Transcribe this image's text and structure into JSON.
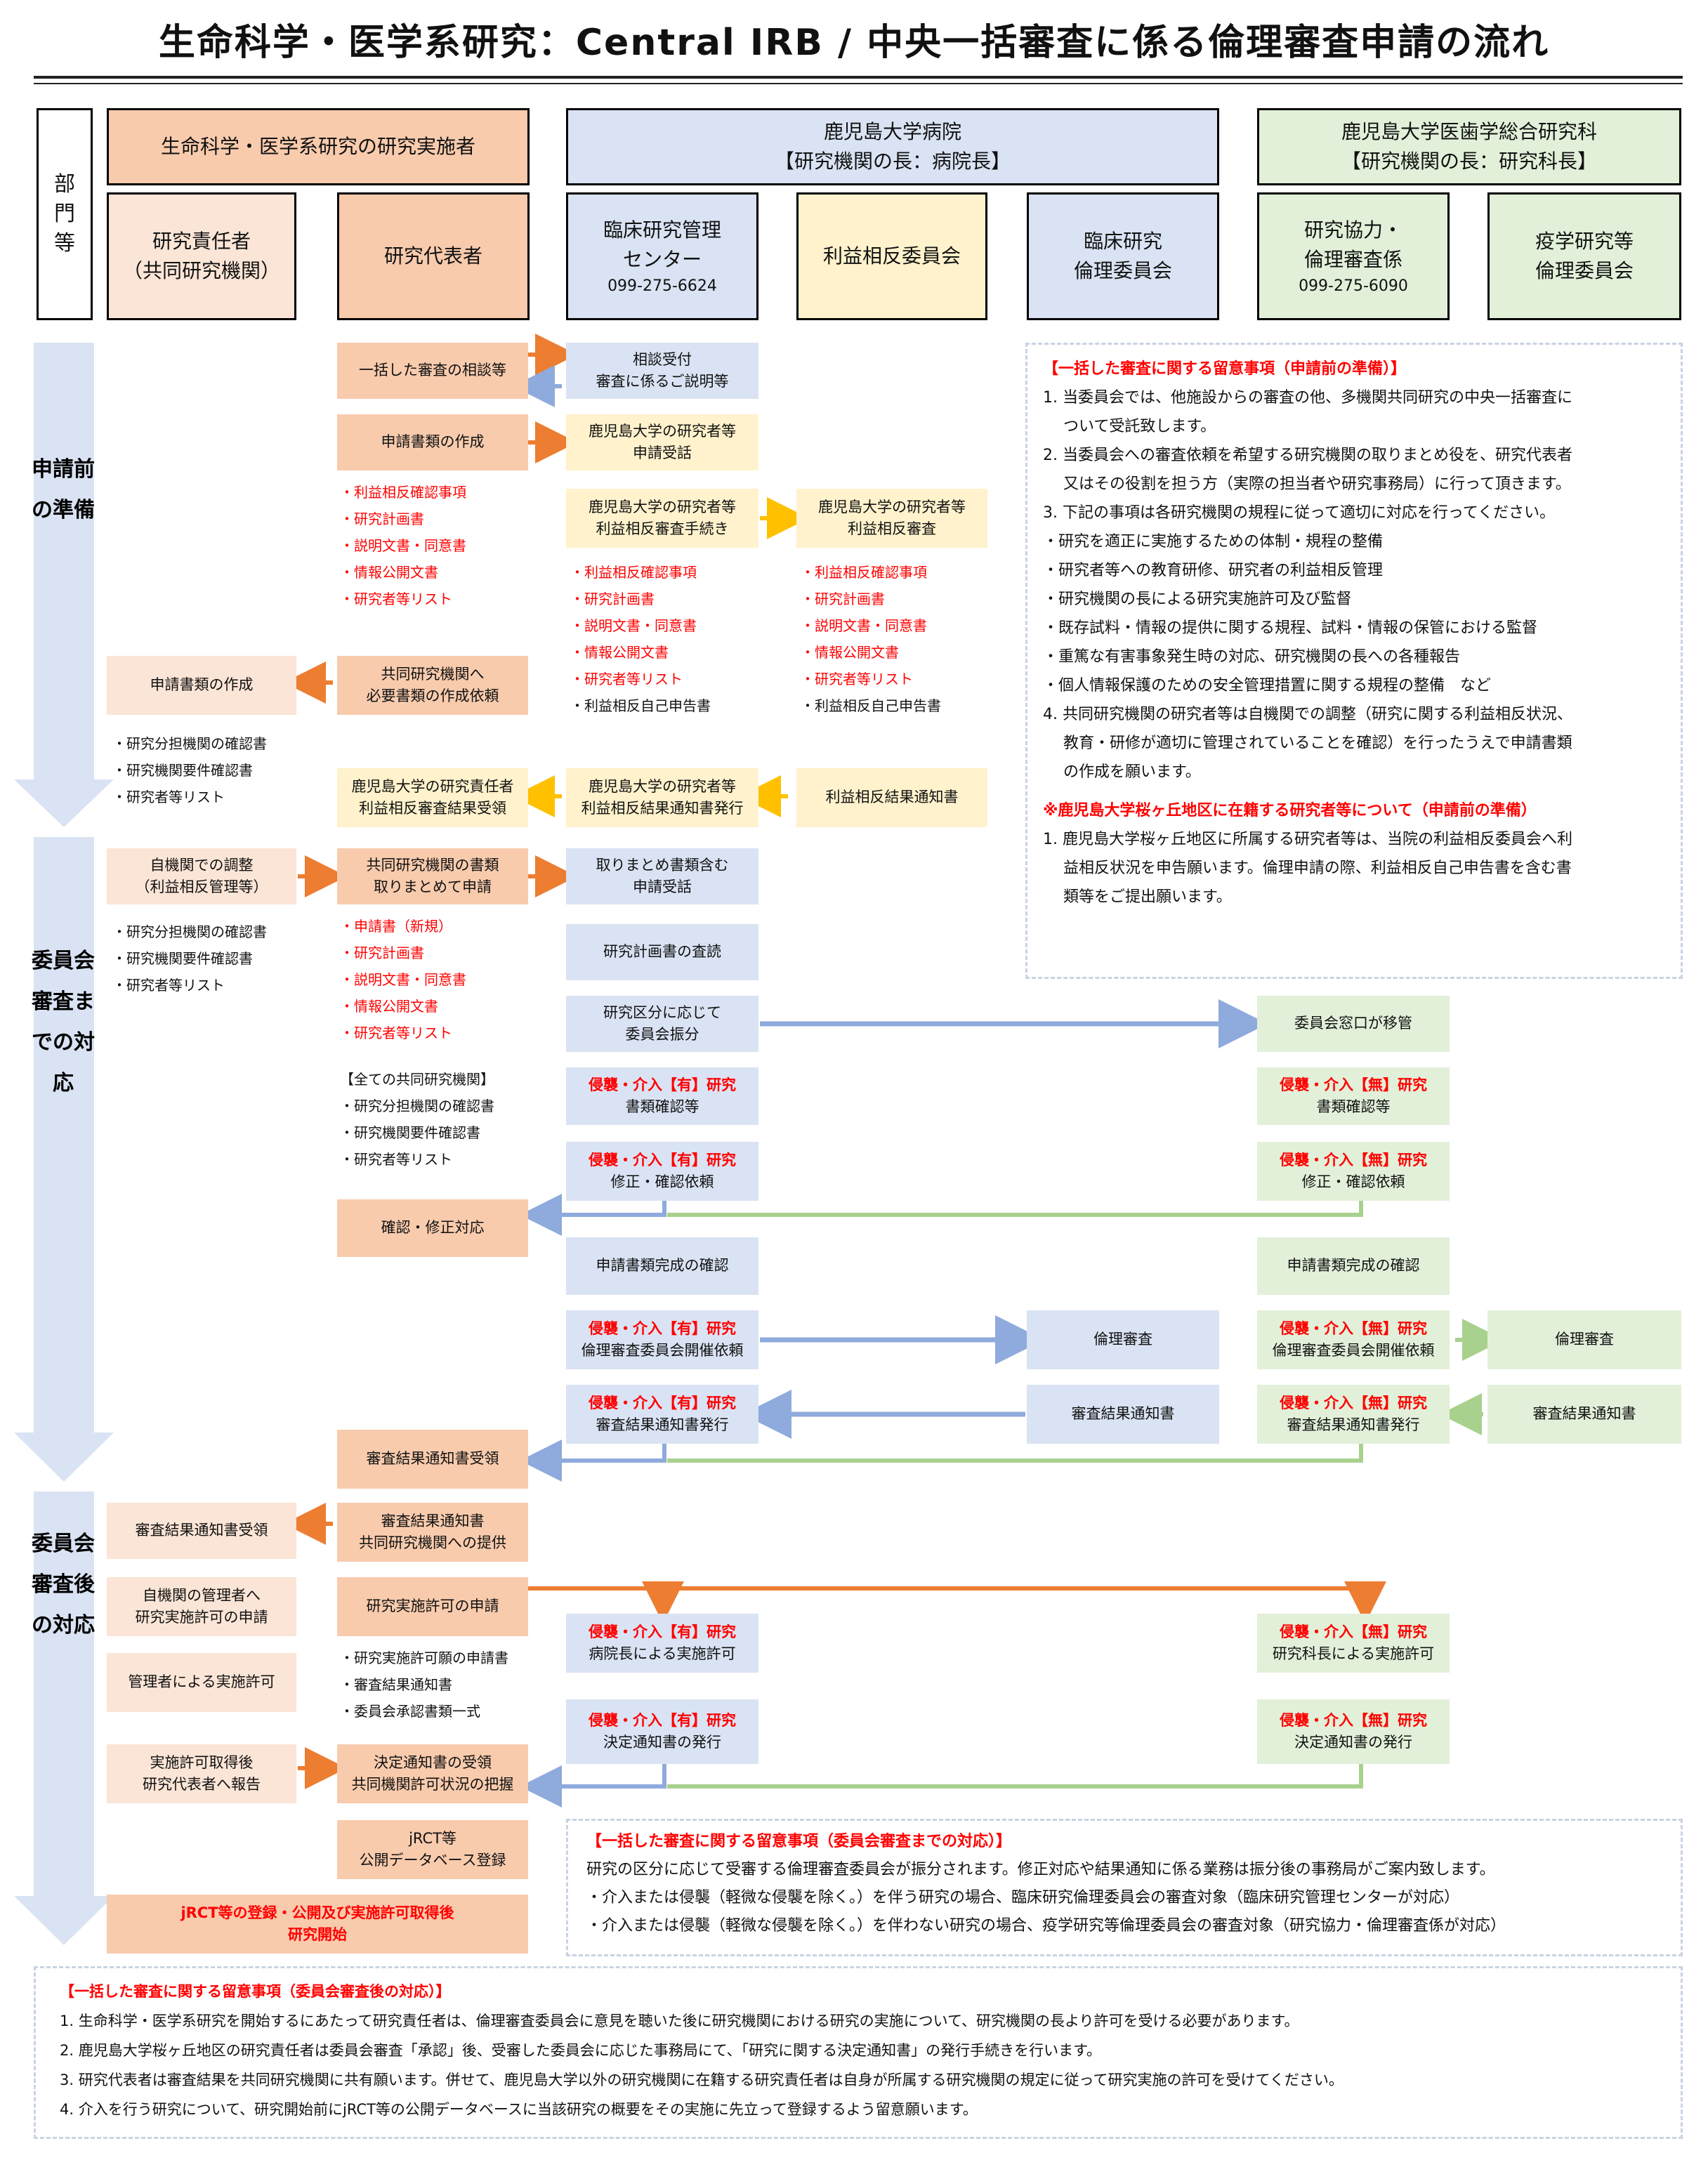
{
  "title": "生命科学・医学系研究：Central IRB / 中央一括審査に係る倫理審査申請の流れ",
  "colors": {
    "orange": "#f8cbad",
    "light_orange": "#fbe5d6",
    "blue": "#dae3f3",
    "yellow": "#fff2cc",
    "green": "#e2f0d9",
    "red": "#ff0000",
    "arrow_orange": "#ed7d31",
    "arrow_blue": "#8faadc",
    "arrow_yellow": "#ffc000",
    "arrow_green": "#a9d18e",
    "phase_band": "#dae3f3"
  },
  "header": {
    "dept_label": "部門等",
    "group_researchers": "生命科学・医学系研究の研究実施者",
    "group_hospital": {
      "line1": "鹿児島大学病院",
      "line2": "【研究機関の長：病院長】"
    },
    "group_graduate": {
      "line1": "鹿児島大学医歯学総合研究科",
      "line2": "【研究機関の長：研究科長】"
    },
    "col_pi": {
      "line1": "研究責任者",
      "line2": "（共同研究機関）"
    },
    "col_rep": "研究代表者",
    "col_center": {
      "line1": "臨床研究管理",
      "line2": "センター",
      "phone": "099-275-6624"
    },
    "col_coi": "利益相反委員会",
    "col_irb": {
      "line1": "臨床研究",
      "line2": "倫理委員会"
    },
    "col_coop": {
      "line1": "研究協力・",
      "line2": "倫理審査係",
      "phone": "099-275-6090"
    },
    "col_epi": {
      "line1": "疫学研究等",
      "line2": "倫理委員会"
    }
  },
  "phases": {
    "pre": "申請前の準備",
    "during": "委員会審査までの対応",
    "after": "委員会審査後の対応"
  },
  "boxes": {
    "consult": "一括した審査の相談等",
    "consult_recv": {
      "l1": "相談受付",
      "l2": "審査に係るご説明等"
    },
    "make_docs": "申請書類の作成",
    "kagoshima_recv": {
      "l1": "鹿児島大学の研究者等",
      "l2": "申請受話"
    },
    "coi_proc": {
      "l1": "鹿児島大学の研究者等",
      "l2": "利益相反審査手続き"
    },
    "coi_review": {
      "l1": "鹿児島大学の研究者等",
      "l2": "利益相反審査"
    },
    "pi_make_docs": "申請書類の作成",
    "request_docs": {
      "l1": "共同研究機関へ",
      "l2": "必要書類の作成依頼"
    },
    "coi_result_recv": {
      "l1": "鹿児島大学の研究責任者",
      "l2": "利益相反審査結果受領"
    },
    "coi_notice_issue": {
      "l1": "鹿児島大学の研究者等",
      "l2": "利益相反結果通知書発行"
    },
    "coi_notice": "利益相反結果通知書",
    "self_adjust": {
      "l1": "自機関での調整",
      "l2": "（利益相反管理等）"
    },
    "bundle_apply": {
      "l1": "共同研究機関の書類",
      "l2": "取りまとめて申請"
    },
    "bundle_recv": {
      "l1": "取りまとめ書類含む",
      "l2": "申請受話"
    },
    "plan_check": "研究計画書の査読",
    "assign": {
      "l1": "研究区分に応じて",
      "l2": "委員会振分"
    },
    "transfer": "委員会窓口が移管",
    "inv_yes_check": {
      "red": "侵襲・介入【有】研究",
      "l2": "書類確認等"
    },
    "inv_no_check": {
      "red": "侵襲・介入【無】研究",
      "l2": "書類確認等"
    },
    "inv_yes_fix": {
      "red": "侵襲・介入【有】研究",
      "l2": "修正・確認依頼"
    },
    "inv_no_fix": {
      "red": "侵襲・介入【無】研究",
      "l2": "修正・確認依頼"
    },
    "confirm_fix": "確認・修正対応",
    "docs_complete_l": "申請書類完成の確認",
    "docs_complete_r": "申請書類完成の確認",
    "inv_yes_meet": {
      "red": "侵襲・介入【有】研究",
      "l2": "倫理審査委員会開催依頼"
    },
    "ethics_review_l": "倫理審査",
    "inv_no_meet": {
      "red": "侵襲・介入【無】研究",
      "l2": "倫理審査委員会開催依頼"
    },
    "ethics_review_r": "倫理審査",
    "inv_yes_result": {
      "red": "侵襲・介入【有】研究",
      "l2": "審査結果通知書発行"
    },
    "result_notice_l": "審査結果通知書",
    "inv_no_result": {
      "red": "侵襲・介入【無】研究",
      "l2": "審査結果通知書発行"
    },
    "result_notice_r": "審査結果通知書",
    "result_recv_rep": "審査結果通知書受領",
    "result_recv_pi": "審査結果通知書受領",
    "result_provide": {
      "l1": "審査結果通知書",
      "l2": "共同研究機関への提供"
    },
    "own_admin": {
      "l1": "自機関の管理者へ",
      "l2": "研究実施許可の申請"
    },
    "permit_apply": "研究実施許可の申請",
    "inv_yes_permit": {
      "red": "侵襲・介入【有】研究",
      "l2": "病院長による実施許可"
    },
    "inv_no_permit": {
      "red": "侵襲・介入【無】研究",
      "l2": "研究科長による実施許可"
    },
    "admin_permit": "管理者による実施許可",
    "inv_yes_decision": {
      "red": "侵襲・介入【有】研究",
      "l2": "決定通知書の発行"
    },
    "inv_no_decision": {
      "red": "侵襲・介入【無】研究",
      "l2": "決定通知書の発行"
    },
    "report_rep": {
      "l1": "実施許可取得後",
      "l2": "研究代表者へ報告"
    },
    "decision_recv": {
      "l1": "決定通知書の受領",
      "l2": "共同機関許可状況の把握"
    },
    "jrct": {
      "l1": "jRCT等",
      "l2": "公開データベース登録"
    },
    "start": {
      "l1": "jRCT等の登録・公開及び実施許可取得後",
      "l2": "研究開始"
    }
  },
  "lists": {
    "rep_docs_1": [
      "・利益相反確認事項",
      "・研究計画書",
      "・説明文書・同意書",
      "・情報公開文書",
      "・研究者等リスト"
    ],
    "center_docs": [
      "・利益相反確認事項",
      "・研究計画書",
      "・説明文書・同意書",
      "・情報公開文書",
      "・研究者等リスト",
      "・利益相反自己申告書"
    ],
    "coi_docs": [
      "・利益相反確認事項",
      "・研究計画書",
      "・説明文書・同意書",
      "・情報公開文書",
      "・研究者等リスト",
      "・利益相反自己申告書"
    ],
    "pi_docs_1": [
      "・研究分担機関の確認書",
      "・研究機関要件確認書",
      "・研究者等リスト"
    ],
    "pi_docs_2": [
      "・研究分担機関の確認書",
      "・研究機関要件確認書",
      "・研究者等リスト"
    ],
    "rep_docs_2": [
      "・申請書（新規）",
      "・研究計画書",
      "・説明文書・同意書",
      "・情報公開文書",
      "・研究者等リスト"
    ],
    "rep_docs_3_title": "【全ての共同研究機関】",
    "rep_docs_3": [
      "・研究分担機関の確認書",
      "・研究機関要件確認書",
      "・研究者等リスト"
    ],
    "rep_docs_4": [
      "・研究実施許可願の申請書",
      "・審査結果通知書",
      "・委員会承認書類一式"
    ]
  },
  "notes": {
    "pre": {
      "title": "【一括した審査に関する留意事項（申請前の準備）】",
      "lines": [
        "1. 当委員会では、他施設からの審査の他、多機関共同研究の中央一括審査に",
        "　 ついて受託致します。",
        "2. 当委員会への審査依頼を希望する研究機関の取りまとめ役を、研究代表者",
        "　 又はその役割を担う方（実際の担当者や研究事務局）に行って頂きます。",
        "3. 下記の事項は各研究機関の規程に従って適切に対応を行ってください。",
        "・研究を適正に実施するための体制・規程の整備",
        "・研究者等への教育研修、研究者の利益相反管理",
        "・研究機関の長による研究実施許可及び監督",
        "・既存試料・情報の提供に関する規程、試料・情報の保管における監督",
        "・重篤な有害事象発生時の対応、研究機関の長への各種報告",
        "・個人情報保護のための安全管理措置に関する規程の整備　など",
        "4. 共同研究機関の研究者等は自機関での調整（研究に関する利益相反状況、",
        "　 教育・研修が適切に管理されていることを確認）を行ったうえで申請書類",
        "　 の作成を願います。"
      ],
      "title2": "※鹿児島大学桜ヶ丘地区に在籍する研究者等について（申請前の準備）",
      "lines2": [
        "1. 鹿児島大学桜ヶ丘地区に所属する研究者等は、当院の利益相反委員会へ利",
        "　 益相反状況を申告願います。倫理申請の際、利益相反自己申告書を含む書",
        "　 類等をご提出願います。"
      ]
    },
    "during": {
      "title": "【一括した審査に関する留意事項（委員会審査までの対応）】",
      "lines": [
        "研究の区分に応じて受審する倫理審査委員会が振分されます。修正対応や結果通知に係る業務は振分後の事務局がご案内致します。",
        "・介入または侵襲（軽微な侵襲を除く。）を伴う研究の場合、臨床研究倫理委員会の審査対象（臨床研究管理センターが対応）",
        "・介入または侵襲（軽微な侵襲を除く。）を伴わない研究の場合、疫学研究等倫理委員会の審査対象（研究協力・倫理審査係が対応）"
      ]
    },
    "after": {
      "title": "【一括した審査に関する留意事項（委員会審査後の対応）】",
      "lines": [
        "1. 生命科学・医学系研究を開始するにあたって研究責任者は、倫理審査委員会に意見を聴いた後に研究機関における研究の実施について、研究機関の長より許可を受ける必要があります。",
        "2. 鹿児島大学桜ヶ丘地区の研究責任者は委員会審査「承認」後、受審した委員会に応じた事務局にて、「研究に関する決定通知書」の発行手続きを行います。",
        "3. 研究代表者は審査結果を共同研究機関に共有願います。併せて、鹿児島大学以外の研究機関に在籍する研究責任者は自身が所属する研究機関の規定に従って研究実施の許可を受けてください。",
        "4. 介入を行う研究について、研究開始前にjRCT等の公開データベースに当該研究の概要をその実施に先立って登録するよう留意願います。"
      ]
    }
  }
}
